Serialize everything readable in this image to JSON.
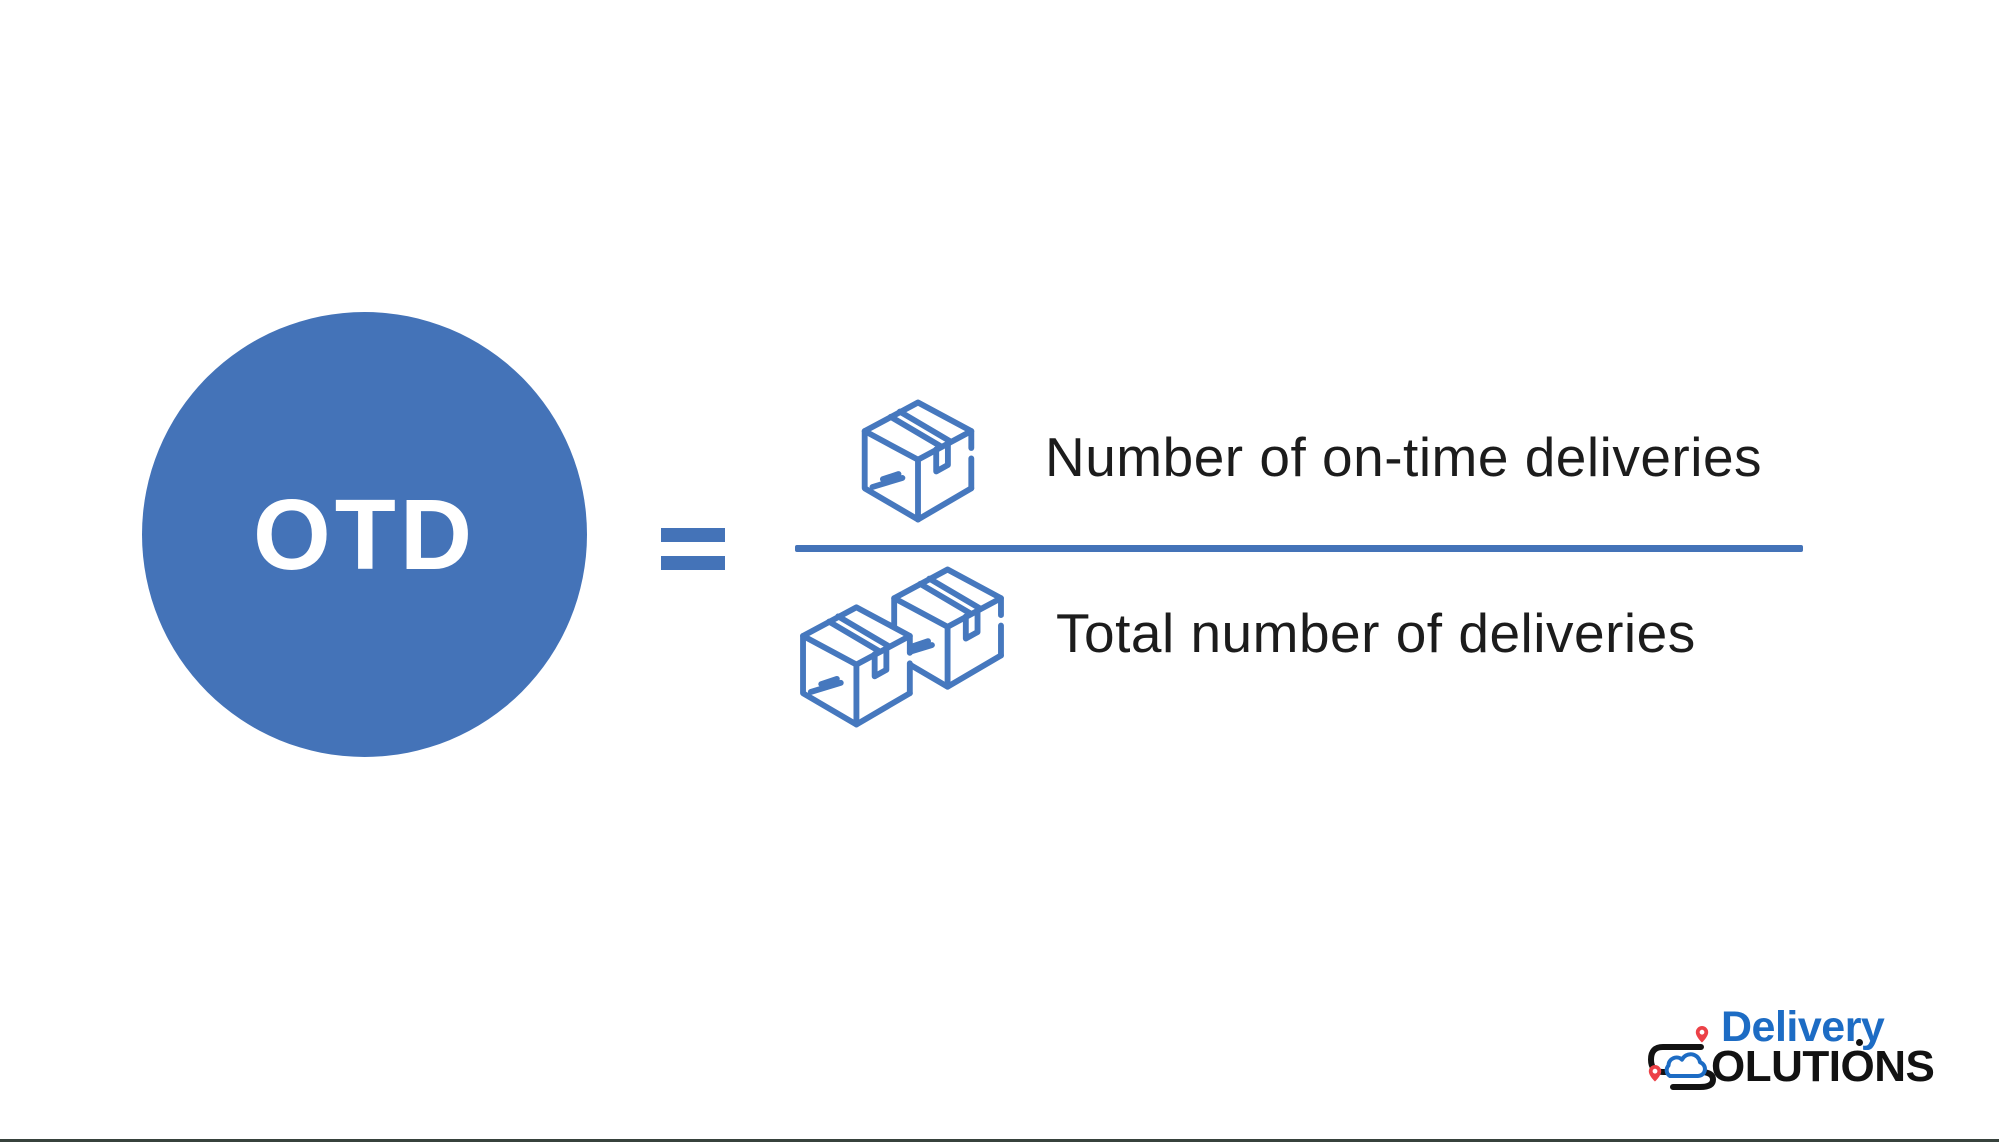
{
  "formula": {
    "acronym": "OTD",
    "equals_symbol": "=",
    "numerator_label": "Number of on-time deliveries",
    "denominator_label": "Total number of deliveries"
  },
  "icons": {
    "numerator_icon": "package-box-icon",
    "denominator_icon": "double-package-boxes-icon",
    "logo_icon": "s-route-with-pins-and-cloud-icon"
  },
  "logo": {
    "word_top": "Delivery",
    "word_bottom": "OLUTIONS"
  },
  "colors": {
    "circle_blue": "#4473B8",
    "box_line_blue": "#4678BE",
    "text_black": "#1C1C1C",
    "logo_blue": "#1D6CC4",
    "logo_black": "#121212",
    "pin_red": "#EC4147",
    "bottom_rule": "#37423C",
    "background": "#FFFFFF"
  }
}
